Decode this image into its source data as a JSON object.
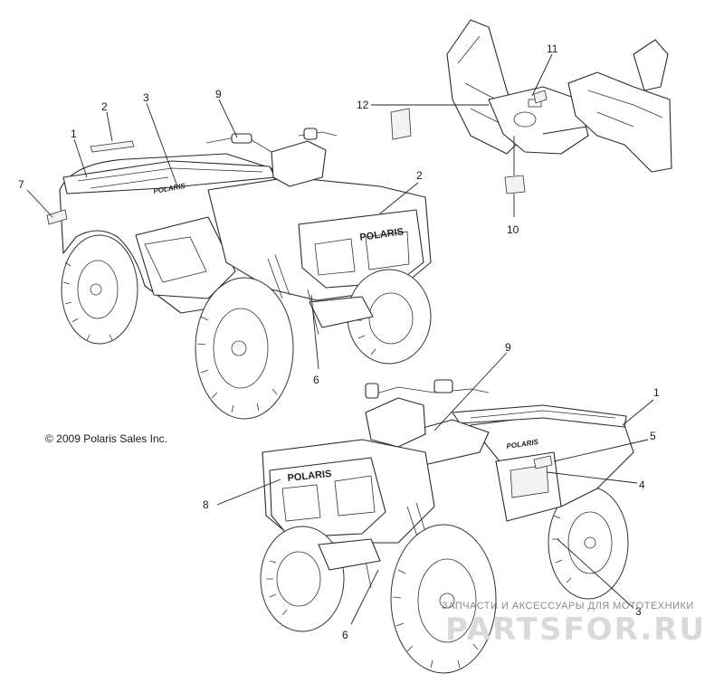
{
  "copyright": "© 2009 Polaris Sales Inc.",
  "brand_mark": "POLARIS",
  "watermark": {
    "tagline": "ЗАПЧАСТИ И АКСЕССУАРЫ ДЛЯ МОТОТЕХНИКИ",
    "site": "PARTSFOR.RU"
  },
  "callouts": {
    "c1a": "1",
    "c2a": "2",
    "c3a": "3",
    "c9a": "9",
    "c7": "7",
    "c2b": "2",
    "c6a": "6",
    "c12": "12",
    "c11": "11",
    "c10": "10",
    "c9b": "9",
    "c1b": "1",
    "c5": "5",
    "c4": "4",
    "c8": "8",
    "c3b": "3",
    "c6b": "6"
  }
}
